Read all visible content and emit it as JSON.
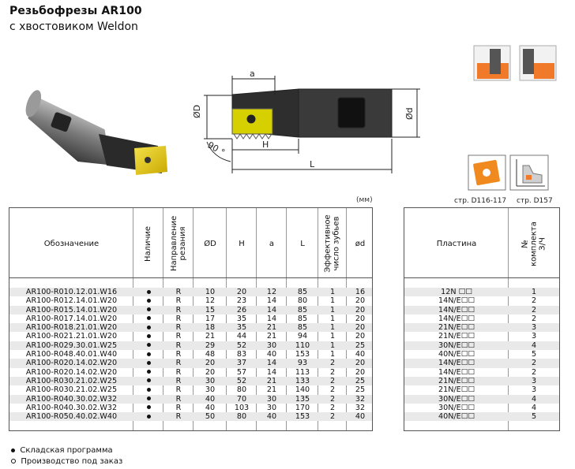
{
  "header": {
    "title": "Резьбофрезы AR100",
    "subtitle": "с хвостовиком Weldon"
  },
  "drawing": {
    "dim_a": "a",
    "dim_D": "ØD",
    "dim_d": "Ød",
    "dim_H": "H",
    "dim_L": "L",
    "angle": "90 °"
  },
  "units": "(мм)",
  "insert_refs": {
    "insert_page": "стр. D116-117",
    "profile_page": "стр. D157"
  },
  "table": {
    "headers": {
      "designation": "Обозначение",
      "availability": "Наличие",
      "direction": "Направление резания",
      "D": "ØD",
      "H": "H",
      "a": "a",
      "L": "L",
      "teeth": "Эффективное число зубьев",
      "d": "ød"
    },
    "rows": [
      {
        "code": "AR100-R010.12.01.W16",
        "dir": "R",
        "D": "10",
        "H": "20",
        "a": "12",
        "L": "85",
        "z": "1",
        "d": "16"
      },
      {
        "code": "AR100-R012.14.01.W20",
        "dir": "R",
        "D": "12",
        "H": "23",
        "a": "14",
        "L": "80",
        "z": "1",
        "d": "20"
      },
      {
        "code": "AR100-R015.14.01.W20",
        "dir": "R",
        "D": "15",
        "H": "26",
        "a": "14",
        "L": "85",
        "z": "1",
        "d": "20"
      },
      {
        "code": "AR100-R017.14.01.W20",
        "dir": "R",
        "D": "17",
        "H": "35",
        "a": "14",
        "L": "85",
        "z": "1",
        "d": "20"
      },
      {
        "code": "AR100-R018.21.01.W20",
        "dir": "R",
        "D": "18",
        "H": "35",
        "a": "21",
        "L": "85",
        "z": "1",
        "d": "20"
      },
      {
        "code": "AR100-R021.21.01.W20",
        "dir": "R",
        "D": "21",
        "H": "44",
        "a": "21",
        "L": "94",
        "z": "1",
        "d": "20"
      },
      {
        "code": "AR100-R029.30.01.W25",
        "dir": "R",
        "D": "29",
        "H": "52",
        "a": "30",
        "L": "110",
        "z": "1",
        "d": "25"
      },
      {
        "code": "AR100-R048.40.01.W40",
        "dir": "R",
        "D": "48",
        "H": "83",
        "a": "40",
        "L": "153",
        "z": "1",
        "d": "40"
      },
      {
        "code": "AR100-R020.14.02.W20",
        "dir": "R",
        "D": "20",
        "H": "37",
        "a": "14",
        "L": "93",
        "z": "2",
        "d": "20"
      },
      {
        "code": "AR100-R020.14.02.W20",
        "dir": "R",
        "D": "20",
        "H": "57",
        "a": "14",
        "L": "113",
        "z": "2",
        "d": "20"
      },
      {
        "code": "AR100-R030.21.02.W25",
        "dir": "R",
        "D": "30",
        "H": "52",
        "a": "21",
        "L": "133",
        "z": "2",
        "d": "25"
      },
      {
        "code": "AR100-R030.21.02.W25",
        "dir": "R",
        "D": "30",
        "H": "80",
        "a": "21",
        "L": "140",
        "z": "2",
        "d": "25"
      },
      {
        "code": "AR100-R040.30.02.W32",
        "dir": "R",
        "D": "40",
        "H": "70",
        "a": "30",
        "L": "135",
        "z": "2",
        "d": "32"
      },
      {
        "code": "AR100-R040.30.02.W32",
        "dir": "R",
        "D": "40",
        "H": "103",
        "a": "30",
        "L": "170",
        "z": "2",
        "d": "32"
      },
      {
        "code": "AR100-R050.40.02.W40",
        "dir": "R",
        "D": "50",
        "H": "80",
        "a": "40",
        "L": "153",
        "z": "2",
        "d": "40"
      }
    ]
  },
  "insert_table": {
    "headers": {
      "insert": "Пластина",
      "set_qty": "№ комплекта З/Ч"
    },
    "rows": [
      {
        "insert": "12N ☐☐",
        "qty": "1"
      },
      {
        "insert": "14N/E☐☐",
        "qty": "2"
      },
      {
        "insert": "14N/E☐☐",
        "qty": "2"
      },
      {
        "insert": "14N/E☐☐",
        "qty": "2"
      },
      {
        "insert": "21N/E☐☐",
        "qty": "3"
      },
      {
        "insert": "21N/E☐☐",
        "qty": "3"
      },
      {
        "insert": "30N/E☐☐",
        "qty": "4"
      },
      {
        "insert": "40N/E☐☐",
        "qty": "5"
      },
      {
        "insert": "14N/E☐☐",
        "qty": "2"
      },
      {
        "insert": "14N/E☐☐",
        "qty": "2"
      },
      {
        "insert": "21N/E☐☐",
        "qty": "3"
      },
      {
        "insert": "21N/E☐☐",
        "qty": "3"
      },
      {
        "insert": "30N/E☐☐",
        "qty": "4"
      },
      {
        "insert": "30N/E☐☐",
        "qty": "4"
      },
      {
        "insert": "40N/E☐☐",
        "qty": "5"
      }
    ]
  },
  "legend": {
    "stock": "Складская программа",
    "order": "Производство под заказ"
  }
}
